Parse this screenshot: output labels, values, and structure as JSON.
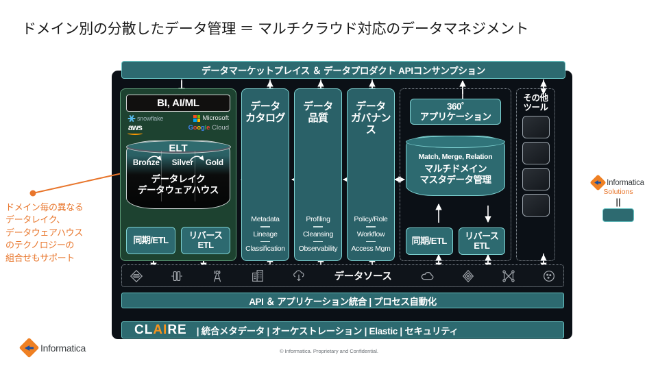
{
  "slide": {
    "title": "ドメイン別の分散したデータ管理 ＝ マルチクラウド対応のデータマネジメント",
    "footer_note": "© Informatica. Proprietary and Confidential.",
    "footer_logo_name": "Informatica"
  },
  "colors": {
    "teal": "#2d6a70",
    "teal_border": "#7fd3d3",
    "frame_bg": "#0b1016",
    "domain_green": "#1d4230",
    "domain_border": "#5f9e7a",
    "orange": "#e8762c",
    "claire_ai": "#f7941e"
  },
  "top_bar": {
    "label": "データマーケットプレイス ＆ データプロダクト APIコンサンプション"
  },
  "domain_panel": {
    "bi_box": "BI, AI/ML",
    "cloud_logos": [
      {
        "name": "snowflake-logo",
        "label": "snowflake"
      },
      {
        "name": "aws-logo",
        "label": "aws"
      },
      {
        "name": "microsoft-logo",
        "label": "Microsoft"
      },
      {
        "name": "google-cloud-logo",
        "label_parts": [
          "G",
          "o",
          "o",
          "g",
          "l",
          "e"
        ],
        "suffix": "Cloud"
      }
    ],
    "cylinder": {
      "elt": "ELT",
      "tiers": [
        "Bronze",
        "Silver",
        "Gold"
      ],
      "label_line1": "データレイク",
      "label_line2": "データウェアハウス"
    },
    "etl_boxes": [
      {
        "label": "同期/ETL"
      },
      {
        "label": "リバース\nETL"
      }
    ]
  },
  "pillars": [
    {
      "title_line1": "データ",
      "title_line2": "カタログ",
      "items": [
        "Metadata",
        "Lineage",
        "Classification"
      ]
    },
    {
      "title_line1": "データ",
      "title_line2": "品質",
      "items": [
        "Profiling",
        "Cleansing",
        "Observability"
      ]
    },
    {
      "title_line1": "データ",
      "title_line2": "ガバナンス",
      "items": [
        "Policy/Role",
        "Workflow",
        "Access Mgm"
      ]
    }
  ],
  "mdm": {
    "app_line1": "360˚",
    "app_line2": "アプリケーション",
    "cyl_sub": "Match, Merge, Relation",
    "cyl_line1": "マルチドメイン",
    "cyl_line2": "マスタデータ管理",
    "etl_boxes": [
      {
        "label": "同期/ETL"
      },
      {
        "label": "リバース\nETL"
      }
    ]
  },
  "other_tools": {
    "title_line1": "その他",
    "title_line2": "ツール",
    "tiles": [
      "tool-tile-1",
      "tool-tile-2",
      "tool-tile-3",
      "tool-tile-4"
    ]
  },
  "data_source": {
    "label": "データソース",
    "icons_left": [
      "layers-diamond-icon",
      "database-columns-icon",
      "antenna-tower-icon",
      "building-icon",
      "cloud-upload-icon"
    ],
    "icons_right": [
      "cloud-icon",
      "mesh-diamond-icon",
      "network-nodes-icon",
      "chip-circle-icon"
    ]
  },
  "api_bar": {
    "label": "API ＆ アプリケーション統合 | プロセス自動化"
  },
  "claire_bar": {
    "brand_prefix": "CL",
    "brand_ai": "AI",
    "brand_suffix": "RE",
    "items": "|  統合メタデータ  |  オーケストレーション  |  Elastic  |  セキュリティ"
  },
  "annotation": {
    "lines": [
      "ドメイン毎の異なる",
      "データレイク、",
      "データウェアハウス",
      "のテクノロジーの",
      "組合せもサポート"
    ]
  },
  "legend": {
    "brand": "Informatica",
    "sub": "Solutions",
    "equals": "||"
  }
}
